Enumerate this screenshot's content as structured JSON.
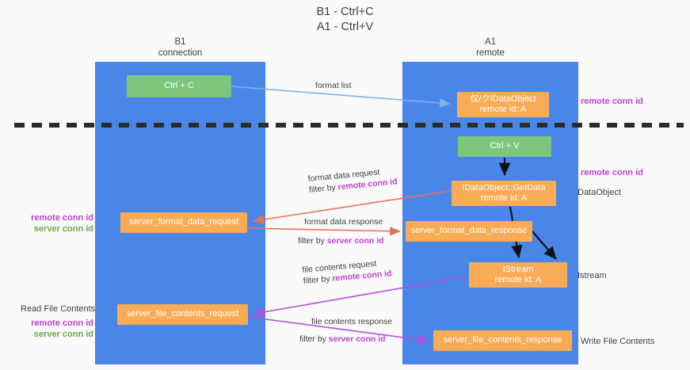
{
  "title": {
    "line1": "B1 - Ctrl+C",
    "line2": "A1 - Ctrl+V"
  },
  "columns": [
    {
      "name": "B1",
      "sub": "connection"
    },
    {
      "name": "A1",
      "sub": "remote"
    }
  ],
  "nodes": {
    "ctrl_c": {
      "label": "Ctrl + C"
    },
    "idataobject": {
      "label": "仅/クIDataObject",
      "sub": "remote id: A"
    },
    "ctrl_v": {
      "label": "Ctrl + V"
    },
    "getdata": {
      "label": "IDataObject::GetData",
      "sub": "remote id: A"
    },
    "server_format_data_request": {
      "label": "server_format_data_request"
    },
    "server_format_data_response": {
      "label": "server_format_data_response"
    },
    "istream": {
      "label": "IStream",
      "sub": "remote id: A"
    },
    "server_file_contents_request": {
      "label": "server_file_contents_request"
    },
    "server_file_contents_response": {
      "label": "server_file_contents_response"
    }
  },
  "edge_labels": {
    "format_list": "format list",
    "format_data_request": "format data request",
    "format_data_request_filter_prefix": "filter by ",
    "format_data_request_filter_key": "remote conn id",
    "format_data_response": "format data response",
    "format_data_response_filter_prefix": "filter by ",
    "format_data_response_filter_key": "server conn id",
    "file_contents_request": "file contents request",
    "file_contents_request_filter_prefix": "filter by ",
    "file_contents_request_filter_key": "remote conn id",
    "file_contents_response": "file contents response",
    "file_contents_response_filter_prefix": "filter by ",
    "file_contents_response_filter_key": "server conn id"
  },
  "annotations": {
    "right_remote_conn_id_top": "remote conn id",
    "right_remote_conn_id_mid": "remote conn id",
    "dataobject": "DataObject",
    "istream": "Istream",
    "write_file_contents": "Write File Contents",
    "left_remote_conn_id_mid": "remote conn id",
    "left_server_conn_id_mid": "server conn id",
    "read_file_contents": "Read File Contents",
    "left_remote_conn_id_bottom": "remote conn id",
    "left_server_conn_id_bottom": "server conn id"
  },
  "colors": {
    "lane": "#4a86e8",
    "green_node": "#7ec67e",
    "orange_node": "#f9ab55",
    "purple_text": "#c23fd1",
    "green_text": "#6aa84f",
    "blue_arrow": "#7fb3e8",
    "red_arrow": "#e8705f",
    "magenta_arrow": "#b44fd8",
    "black_arrow": "#000000",
    "divider": "#2b2b2b",
    "background": "#fafafa"
  }
}
